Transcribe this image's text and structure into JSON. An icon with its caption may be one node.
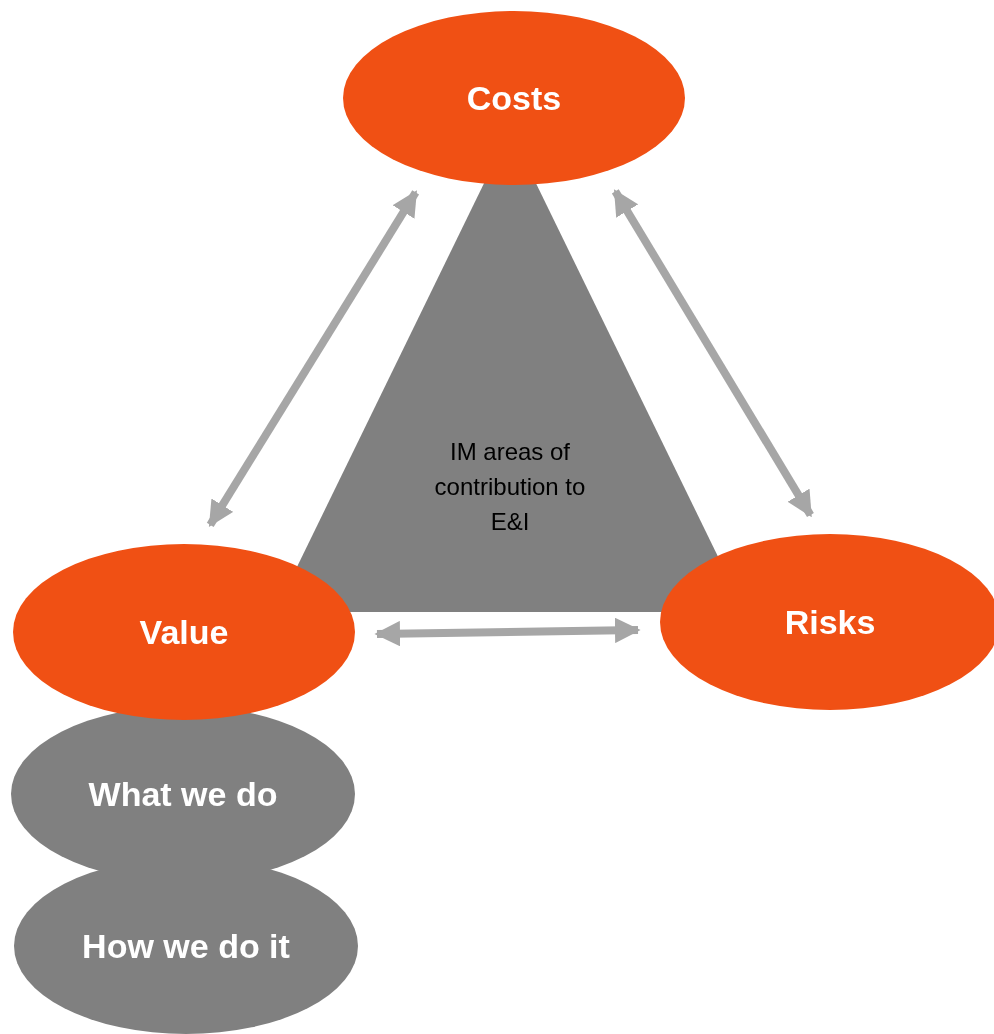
{
  "diagram": {
    "nodes": [
      {
        "text": [
          "Costs"
        ]
      },
      {
        "text": [
          "IM areas of contribution to E&I"
        ]
      },
      {
        "text": [
          "Value"
        ]
      },
      {
        "text": [
          "Risks"
        ]
      },
      {
        "text": [
          "What we do"
        ]
      },
      {
        "text": [
          "How we do it"
        ]
      }
    ],
    "edges": [
      {
        "from": 0,
        "to": 2,
        "arrow": "both"
      },
      {
        "from": 0,
        "to": 3,
        "arrow": "both"
      },
      {
        "from": 2,
        "to": 3,
        "arrow": "both"
      }
    ]
  }
}
